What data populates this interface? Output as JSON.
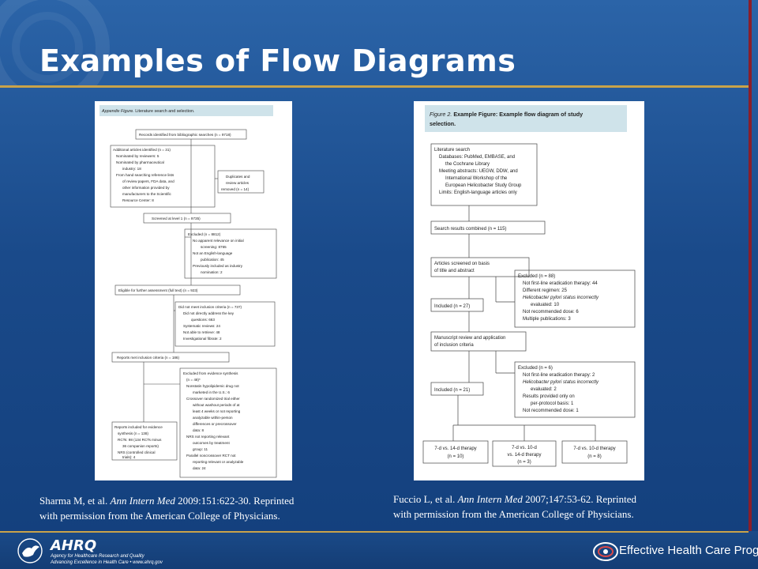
{
  "slide": {
    "title": "Examples of Flow Diagrams"
  },
  "figure_left": {
    "heading_label": "Appendix Figure.",
    "heading_text": "Literature search and selection.",
    "boxes": {
      "records": "Records identified from bibliographic searches (n = 9718)",
      "additional": [
        "Additional articles identified (n = 31)",
        "Nominated by reviewers: 5",
        "Nominated by pharmaceutical",
        "industry: 18",
        "From hand searching reference lists",
        "of review papers, FDA data, and",
        "other information provided by",
        "manufacturers to the Scientific",
        "Resource Center: 8"
      ],
      "duplicates": [
        "Duplicates and",
        "review articles",
        "removed (n = 14)"
      ],
      "screened": "Screened at level 1 (n = 9735)",
      "excluded1": [
        "Excluded (n = 8812)",
        "No apparent relevance on initial",
        "screening: 8765",
        "Not an English-language",
        "publication: 45",
        "Previously included as industry",
        "nomination: 2"
      ],
      "eligible": "Eligible for further assessment (full text) (n = 923)",
      "not_meet": [
        "Did not meet inclusion criteria (n = 737)",
        "Did not directly address the key",
        "questions: 663",
        "Systematic reviews: 24",
        "Not able to retrieve: 48",
        "Investigational fibrate: 2"
      ],
      "reports_met": "Reports met inclusion criteria (n = 186)",
      "excluded_synth": [
        "Excluded from evidence synthesis",
        "(n = 48)*",
        "Nonstatin hypolipidemic drug not",
        "marketed in the U.S.: 6",
        "Crossover randomized trial either",
        "without washout periods of at",
        "least 4 weeks or not reporting",
        "analyzable within-person",
        "differences or precrossover",
        "data: 8",
        "NRS not reporting relevant",
        "outcomes by treatment",
        "group: 11",
        "Parallel noncrossover RCT not",
        "reporting relevant or analyzable",
        "data: 24"
      ],
      "reports_included": [
        "Reports included for evidence",
        "synthesis (n = 138)",
        "RCTs: 98 (134 RCTs minus",
        "36 companion reports)",
        "NRS (controlled clinical",
        "trials): 4"
      ]
    }
  },
  "figure_right": {
    "heading_label": "Figure 2.",
    "heading_text_1": "Example Figure: Example flow diagram of study",
    "heading_text_2": "selection.",
    "boxes": {
      "lit_search": [
        "Literature search",
        "Databases: PubMed, EMBASE, and",
        "the Cochrane Library",
        "Meeting abstracts: UEGW, DDW, and",
        "International Workshop of the",
        "European Helicobacter Study Group",
        "Limits: English-language articles only"
      ],
      "combined": "Search results combined (n = 115)",
      "screened": [
        "Articles screened on basis",
        "of title and abstract"
      ],
      "excluded1": [
        "Excluded (n = 88)",
        "Not first-line eradication therapy: 44",
        "Different regimen: 25",
        "Helicobacter pylori status incorrectly",
        "evaluated: 10",
        "Not recommended dose: 6",
        "Multiple publications: 3"
      ],
      "included1": "Included (n = 27)",
      "manuscript": [
        "Manuscript review and application",
        "of inclusion criteria"
      ],
      "excluded2": [
        "Excluded (n = 6)",
        "Not first-line eradication therapy: 2",
        "Helicobacter pylori status incorrectly",
        "evaluated: 2",
        "Results provided only on",
        "per-protocol basis: 1",
        "Not recommended dose: 1"
      ],
      "included2": "Included (n = 21)",
      "arm1": [
        "7-d vs. 14-d therapy",
        "(n = 10)"
      ],
      "arm2": [
        "7-d vs. 10-d",
        "vs. 14-d therapy",
        "(n = 3)"
      ],
      "arm3": [
        "7-d vs. 10-d therapy",
        "(n = 8)"
      ]
    }
  },
  "captions": {
    "left": {
      "author": "Sharma M, et al.",
      "journal": "Ann Intern Med",
      "citation": "2009:151:622-30. Reprinted",
      "line2": "with permission  from the American College of Physicians."
    },
    "right": {
      "author": "Fuccio L, et al.",
      "journal": "Ann Intern Med",
      "citation": "2007;147:53-62. Reprinted",
      "line2": "with permission  from the American College of Physicians."
    }
  },
  "footer": {
    "ahrq_logo": "AHRQ",
    "ahrq_sub1": "Agency for Healthcare Research and Quality",
    "ahrq_sub2": "Advancing Excellence in Health Care • www.ahrq.gov",
    "program": "Effective Health Care Program"
  },
  "colors": {
    "background": "#1d4f8f",
    "title_rule": "#c9a34a",
    "right_rule": "#8a1e2a",
    "figure_heading_fill": "#cfe3ea"
  }
}
